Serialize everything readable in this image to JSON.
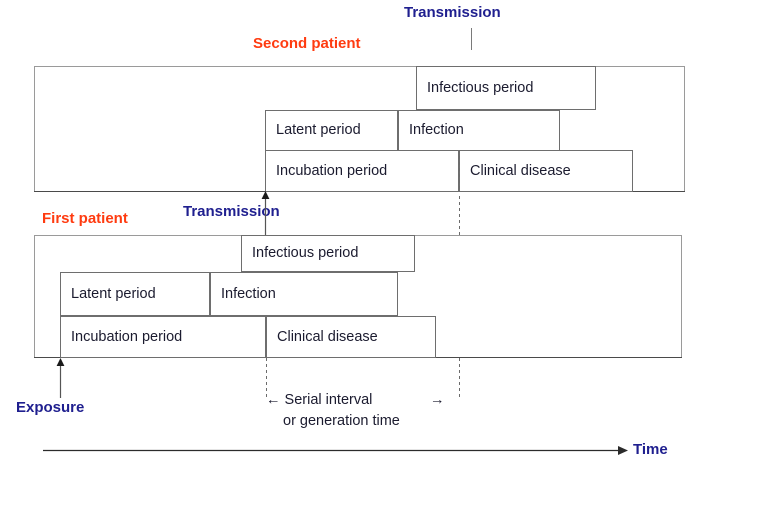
{
  "diagram": {
    "title_top_label": "Transmission",
    "time_axis_label": "Time",
    "exposure_label": "Exposure",
    "serial_interval_line1": "← Serial interval",
    "serial_interval_line2": "or generation time",
    "serial_interval_arrow_right": "→",
    "colors": {
      "patient_label": "#ff3b10",
      "annotation_navy": "#1f1f8f",
      "box_border": "#6e6e6e",
      "frame_border": "#9a9a9a",
      "box_text": "#1b1b2f"
    }
  },
  "second_patient": {
    "label": "Second patient",
    "transmission_label": "Transmission",
    "boxes": {
      "infectious_period": "Infectious period",
      "latent_period": "Latent period",
      "infection": "Infection",
      "incubation_period": "Incubation period",
      "clinical_disease": "Clinical disease"
    }
  },
  "first_patient": {
    "label": "First patient",
    "transmission_label": "Transmission",
    "boxes": {
      "infectious_period": "Infectious period",
      "latent_period": "Latent period",
      "infection": "Infection",
      "incubation_period": "Incubation period",
      "clinical_disease": "Clinical disease"
    }
  }
}
